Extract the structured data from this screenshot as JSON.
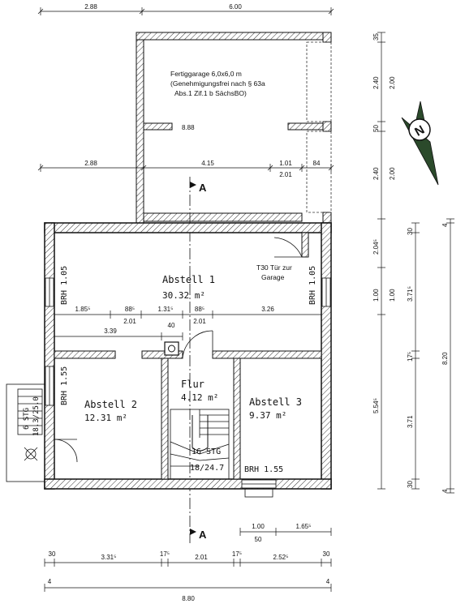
{
  "top_dims": {
    "d1": "2.88",
    "d2": "6.00"
  },
  "garage": {
    "line1": "Fertiggarage 6,0x6,0 m",
    "line2": "(Genehmigungsfrei nach § 63a",
    "line3": "Abs.1 Zif.1 b SächsBO)",
    "dim_888": "8.88"
  },
  "mid_dims": {
    "d1": "2.88",
    "d2": "4.15",
    "d3": "1.01",
    "d4": "84",
    "d5": "2.01"
  },
  "door_note": {
    "line1": "T30 Tür zur",
    "line2": "Garage"
  },
  "rooms": {
    "abstell1": {
      "name": "Abstell 1",
      "area": "30.32 m²"
    },
    "abstell2": {
      "name": "Abstell 2",
      "area": "12.31 m²"
    },
    "abstell3": {
      "name": "Abstell 3",
      "area": "9.37 m²"
    },
    "flur": {
      "name": "Flur",
      "area": "4.12 m²"
    }
  },
  "brh": {
    "left_top": "BRH 1.05",
    "right_top": "BRH 1.05",
    "left_bottom": "BRH 1.55",
    "bottom_right": "BRH 1.55"
  },
  "inner_dims": {
    "a": "1.85⁵",
    "b": "88⁵",
    "c": "1.31⁵",
    "d": "88⁵",
    "e": "3.26",
    "f": "2.01",
    "g": "2.01",
    "h": "3.39",
    "i": "40"
  },
  "stairs": {
    "main": "16 STG",
    "main_ratio": "18/24.7",
    "ext": "6 STG",
    "ext_ratio": "18.3/25.0"
  },
  "section_marker": "A",
  "lower_right_dims": {
    "a": "1.00",
    "b": "1.65⁵",
    "c": "50"
  },
  "bottom_dims": {
    "row1": [
      "30",
      "3.31⁵",
      "17⁵",
      "2.01",
      "17⁵",
      "2.52⁵",
      "30"
    ],
    "row2_left": "4",
    "row2_mid": "8.80",
    "row2_right": "4"
  },
  "right_dims": {
    "col1": [
      "35",
      "2.40",
      "50",
      "2.40"
    ],
    "col1_sub": [
      "2.00",
      "2.00"
    ],
    "col2": [
      "2.04⁵",
      "1.00",
      "5.54⁵"
    ],
    "col3": [
      "30",
      "3.71⁵",
      "1.00",
      "17⁵",
      "3.71",
      "30"
    ],
    "col4": [
      "4",
      "8.20",
      "4"
    ]
  },
  "compass_letter": "N"
}
